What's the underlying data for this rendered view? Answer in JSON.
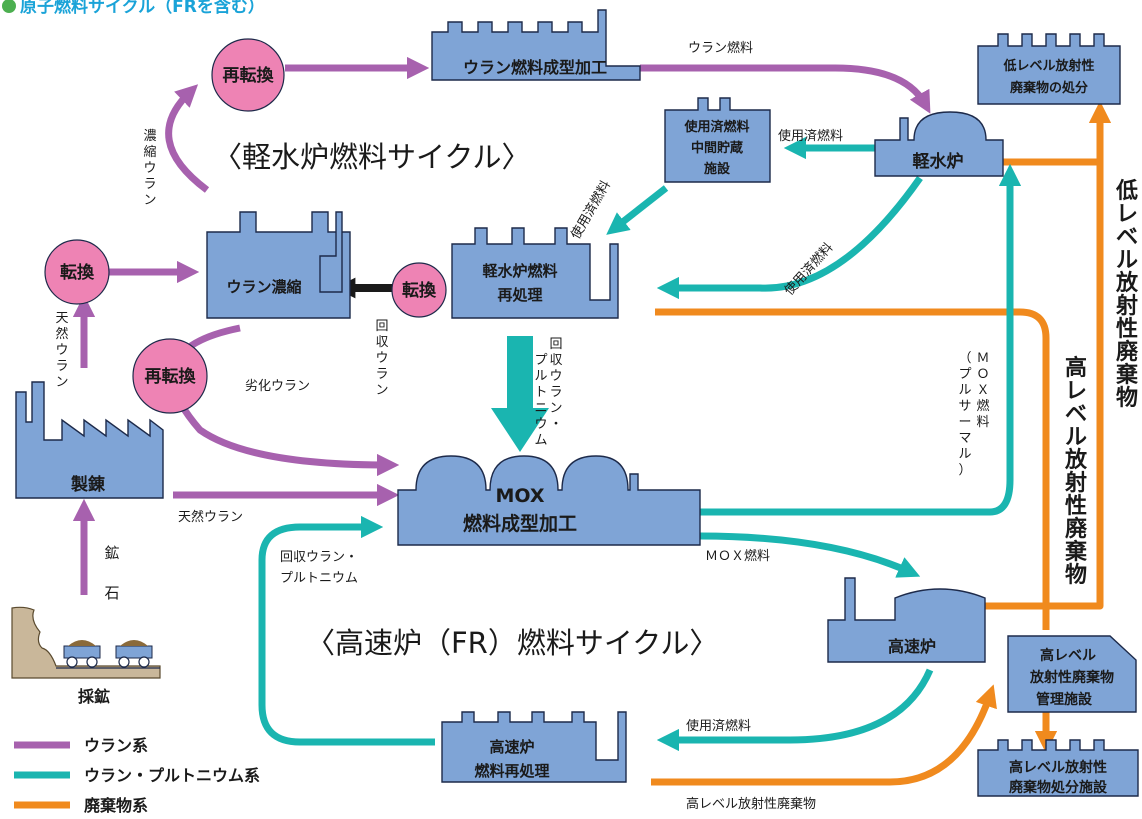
{
  "title": "原子燃料サイクル（FRを含む）",
  "colors": {
    "uranium": "#a761ae",
    "plutonium": "#1ab5b0",
    "waste": "#f08a1e",
    "facility": "#7fa4d6",
    "facility_stroke": "#1d2a4a",
    "process": "#ee83b4",
    "title": "#1aa3d8",
    "title_dot": "#4caf50",
    "dark_arrow": "#1a1a1a"
  },
  "cycle_titles": {
    "lwr": "〈軽水炉燃料サイクル〉",
    "fr": "〈高速炉（FR）燃料サイクル〉"
  },
  "processes": {
    "reconv_top": "再転換",
    "conv_left": "転換",
    "conv_mid": "転換",
    "reconv_left": "再転換"
  },
  "facilities": {
    "fabrication": "ウラン燃料成型加工",
    "interim_storage": [
      "使用済燃料",
      "中間貯蔵",
      "施設"
    ],
    "lwr": "軽水炉",
    "low_disposal": [
      "低レベル放射性",
      "廃棄物の処分"
    ],
    "enrichment": "ウラン濃縮",
    "lwr_reprocessing": [
      "軽水炉燃料",
      "再処理"
    ],
    "refining": "製錬",
    "mox_fabrication": [
      "MOX",
      "燃料成型加工"
    ],
    "fr": "高速炉",
    "hlw_storage": [
      "高レベル",
      "放射性廃棄物",
      "管理施設"
    ],
    "fr_reprocessing": [
      "高速炉",
      "燃料再処理"
    ],
    "hlw_disposal": [
      "高レベル放射性",
      "廃棄物処分施設"
    ],
    "mine": "採鉱"
  },
  "flow_labels": {
    "uranium_fuel": "ウラン燃料",
    "spent_fuel_to_storage": "使用済燃料",
    "spent_fuel_storage_out": "使用済燃料",
    "spent_fuel_lwr_out": "使用済燃料",
    "enriched_uranium": [
      "濃",
      "縮",
      "ウ",
      "ラ",
      "ン"
    ],
    "natural_uranium_up": [
      "天",
      "然",
      "ウ",
      "ラ",
      "ン"
    ],
    "recovered_uranium": [
      "回",
      "収",
      "ウ",
      "ラ",
      "ン"
    ],
    "recovered_u_pu": [
      "回",
      "収",
      "ウ",
      "ラ",
      "ン",
      "・"
    ],
    "recovered_u_pu_col2": [
      "プ",
      "ル",
      "ト",
      "ニ",
      "ウ",
      "ム"
    ],
    "depleted_uranium": "劣化ウラン",
    "natural_uranium": "天然ウラン",
    "mox_fuel_pluthermal": [
      "Ｍ",
      "Ｏ",
      "Ｘ",
      "燃",
      "料"
    ],
    "mox_fuel_pluthermal_col2": [
      "（",
      "プ",
      "ル",
      "サ",
      "ー",
      "マ",
      "ル",
      "）"
    ],
    "mox_fuel": "ＭＯＸ燃料",
    "recovered_u_pu_fr": [
      "回収ウラン・",
      "プルトニウム"
    ],
    "spent_fuel_fr": "使用済燃料",
    "hlw": "高レベル放射性廃棄物",
    "ore": [
      "鉱",
      "石"
    ],
    "hlw_vertical": [
      "高",
      "レ",
      "ベ",
      "ル",
      "放",
      "射",
      "性",
      "廃",
      "棄",
      "物"
    ],
    "llw_vertical": [
      "低",
      "レ",
      "ベ",
      "ル",
      "放",
      "射",
      "性",
      "廃",
      "棄",
      "物"
    ]
  },
  "legend": [
    {
      "label": "ウラン系",
      "color": "#a761ae"
    },
    {
      "label": "ウラン・プルトニウム系",
      "color": "#1ab5b0"
    },
    {
      "label": "廃棄物系",
      "color": "#f08a1e"
    }
  ]
}
